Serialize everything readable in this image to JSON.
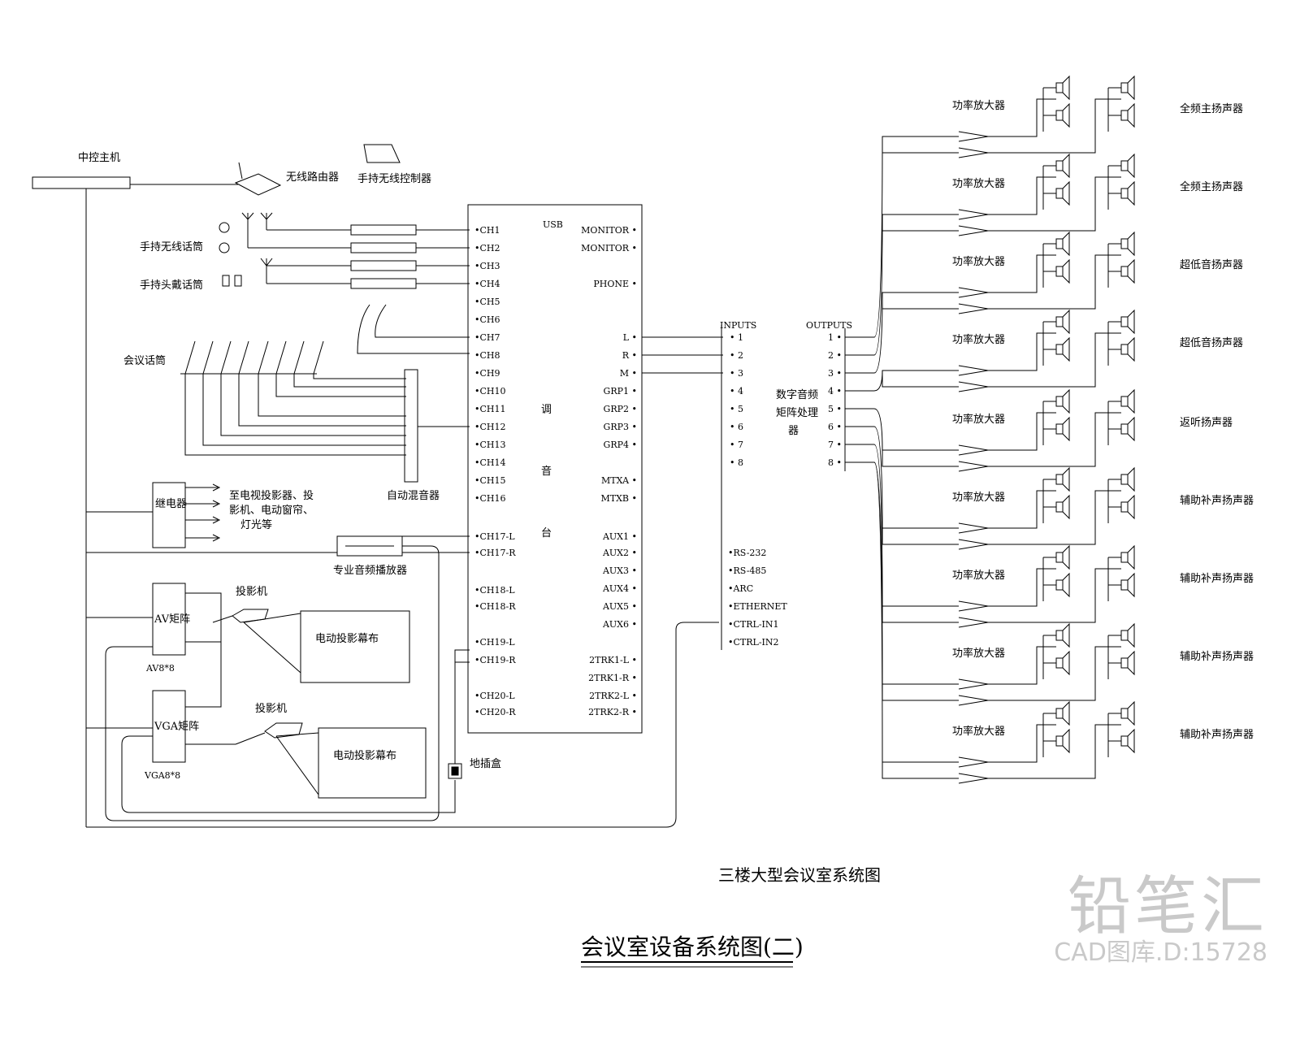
{
  "diagram": {
    "title": "会议室设备系统图(二)",
    "subtitle": "三楼大型会议室系统图",
    "left": {
      "host": "中控主机",
      "router": "无线路由器",
      "touch_panel": "手持无线控制器",
      "handheld_mic": "手持无线话筒",
      "headset_mic": "手持头戴话筒",
      "conf_mic": "会议话筒",
      "auto_mixer": "自动混音器",
      "relay": "继电器",
      "relay_targets": [
        "至电视投影器、投",
        "影机、电动窗帘、",
        "灯光等"
      ],
      "player": "专业音频播放器",
      "av_matrix": "AV矩阵",
      "av_code": "AV8*8",
      "vga_matrix": "VGA矩阵",
      "vga_code": "VGA8*8",
      "projector_1": "投影机",
      "projector_2": "投影机",
      "screen_1": "电动投影幕布",
      "screen_2": "电动投影幕布",
      "floor_box": "地插盒"
    },
    "mixer": {
      "usb": "USB",
      "name_chars": [
        "调",
        "音",
        "台"
      ],
      "inputs": [
        "CH1",
        "CH2",
        "CH3",
        "CH4",
        "CH5",
        "CH6",
        "CH7",
        "CH8",
        "CH9",
        "CH10",
        "CH11",
        "CH12",
        "CH13",
        "CH14",
        "CH15",
        "CH16",
        "CH17-L",
        "CH17-R",
        "CH18-L",
        "CH18-R",
        "CH19-L",
        "CH19-R",
        "CH20-L",
        "CH20-R"
      ],
      "outputs": [
        "MONITOR",
        "MONITOR",
        "PHONE",
        "L",
        "R",
        "M",
        "GRP1",
        "GRP2",
        "GRP3",
        "GRP4",
        "MTXA",
        "MTXB",
        "AUX1",
        "AUX2",
        "AUX3",
        "AUX4",
        "AUX5",
        "AUX6",
        "2TRK1-L",
        "2TRK1-R",
        "2TRK2-L",
        "2TRK2-R"
      ]
    },
    "processor": {
      "inputs_label": "INPUTS",
      "outputs_label": "OUTPUTS",
      "name_lines": [
        "数字音频",
        "矩阵处理",
        "器"
      ],
      "ports": [
        "1",
        "2",
        "3",
        "4",
        "5",
        "6",
        "7",
        "8"
      ],
      "control": [
        "RS-232",
        "RS-485",
        "ARC",
        "ETHERNET",
        "CTRL-IN1",
        "CTRL-IN2"
      ]
    },
    "amps": [
      "功率放大器",
      "功率放大器",
      "功率放大器",
      "功率放大器",
      "功率放大器",
      "功率放大器",
      "功率放大器",
      "功率放大器",
      "功率放大器"
    ],
    "speakers": [
      "全频主扬声器",
      "全频主扬声器",
      "超低音扬声器",
      "超低音扬声器",
      "返听扬声器",
      "辅助补声扬声器",
      "辅助补声扬声器",
      "辅助补声扬声器",
      "辅助补声扬声器"
    ]
  },
  "watermark": {
    "logo": "铅笔汇",
    "code": "CAD图库.D:15728"
  }
}
